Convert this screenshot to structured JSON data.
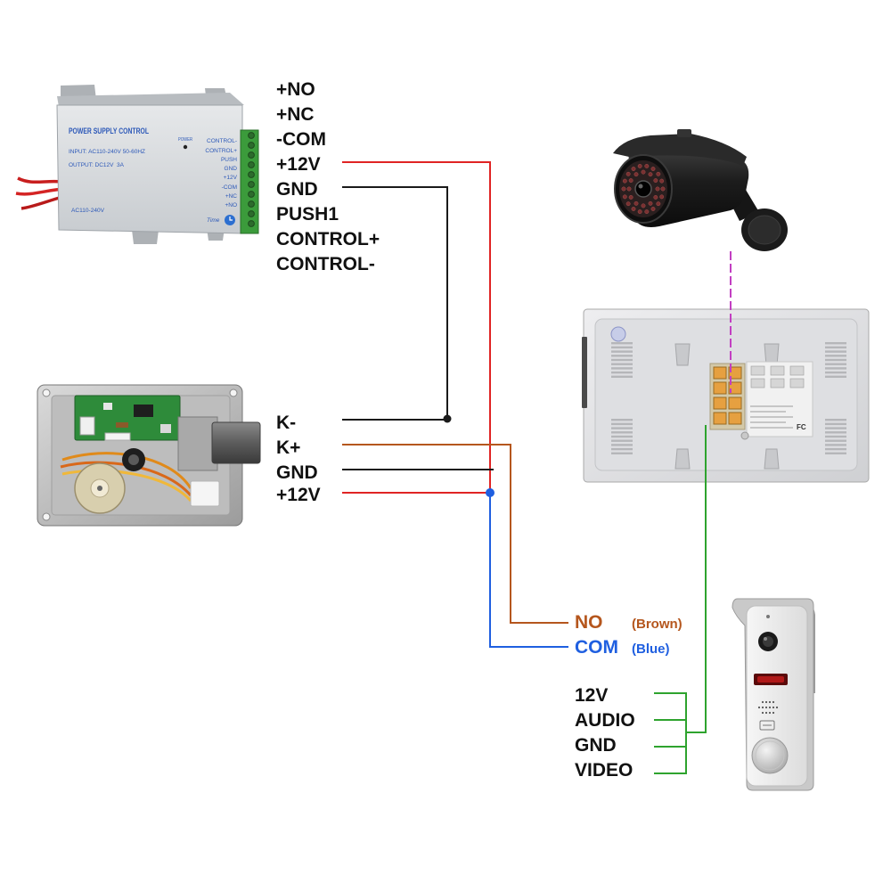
{
  "diagram": {
    "power_supply": {
      "title": "POWER SUPPLY CONTROL",
      "input_rating": "INPUT: AC110-240V 50-60HZ",
      "output_rating": "OUTPUT: DC12V  3A",
      "mains_label": "AC110-240V",
      "power_led_label": "POWER",
      "terminal_marks": [
        "CONTROL-",
        "CONTROL+",
        "PUSH",
        "GND",
        "+12V",
        "-COM",
        "+NC",
        "+NO"
      ],
      "time_label": "Time"
    },
    "power_supply_terminals": [
      "+NO",
      "+NC",
      "-COM",
      "+12V",
      "GND",
      "PUSH1",
      "CONTROL+",
      "CONTROL-"
    ],
    "lock_terminals": [
      "K-",
      "K+",
      "GND",
      "+12V"
    ],
    "monitor_lock_contacts": [
      {
        "label": "NO",
        "wire": "(Brown)"
      },
      {
        "label": "COM",
        "wire": "(Blue)"
      }
    ],
    "door_station_terminals": [
      "12V",
      "AUDIO",
      "GND",
      "VIDEO"
    ],
    "monitor_sticker_logo": "FC"
  },
  "colors": {
    "power_wire": "#e02424",
    "ground_wire": "#1a1a1a",
    "no_wire": "#b5561d",
    "com_wire": "#1f5fe0",
    "door_station_wire": "#2ea32e",
    "camera_link": "#c23fc2"
  },
  "icons": [
    "power-supply-unit",
    "electric-lock",
    "bullet-camera",
    "indoor-monitor",
    "door-station",
    "timer-icon"
  ]
}
